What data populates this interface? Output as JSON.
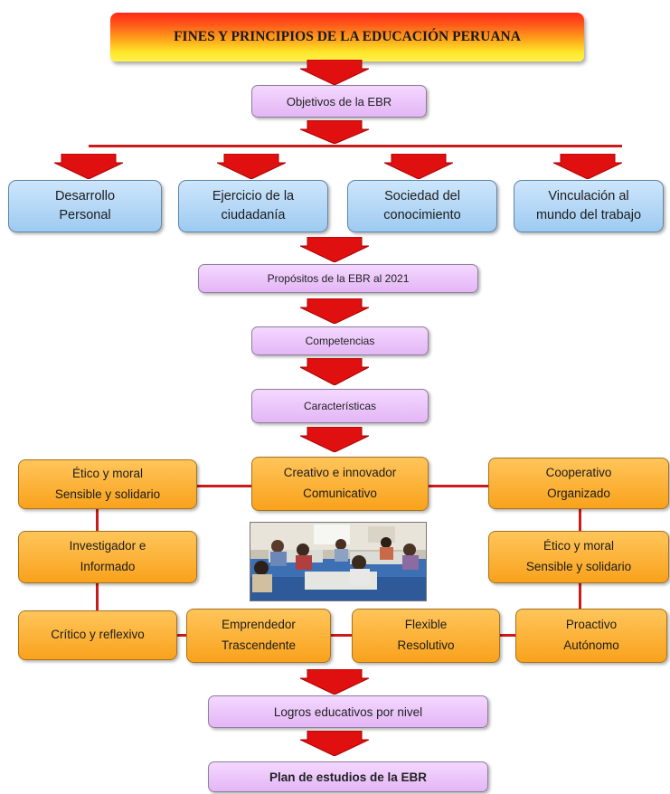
{
  "title": "FINES Y PRINCIPIOS DE LA EDUCACIÓN PERUANA",
  "objetivos": "Objetivos de la EBR",
  "blue_boxes": [
    {
      "line1": "Desarrollo",
      "line2": "Personal"
    },
    {
      "line1": "Ejercicio de la",
      "line2": "ciudadanía"
    },
    {
      "line1": "Sociedad del",
      "line2": "conocimiento"
    },
    {
      "line1": "Vinculación al",
      "line2": "mundo del trabajo"
    }
  ],
  "propositos": "Propósitos de la EBR al 2021",
  "competencias": "Competencias",
  "caracteristicas": "Características",
  "orange_boxes": {
    "etico_left": {
      "line1": "Ético y moral",
      "line2": "Sensible y solidario"
    },
    "creativo": {
      "line1": "Creativo e innovador",
      "line2": "Comunicativo"
    },
    "cooperativo": {
      "line1": "Cooperativo",
      "line2": "Organizado"
    },
    "investigador": {
      "line1": "Investigador e",
      "line2": "Informado"
    },
    "etico_right": {
      "line1": "Ético y moral",
      "line2": "Sensible y solidario"
    },
    "critico": {
      "line1": "Crítico y reflexivo"
    },
    "emprendedor": {
      "line1": "Emprendedor",
      "line2": "Trascendente"
    },
    "flexible": {
      "line1": "Flexible",
      "line2": "Resolutivo"
    },
    "proactivo": {
      "line1": "Proactivo",
      "line2": "Autónomo"
    }
  },
  "logros": "Logros educativos por nivel",
  "plan": "Plan de estudios de la EBR",
  "colors": {
    "arrow_red": "#e01010",
    "connector_red": "#cc1a1a",
    "purple_box": "#e3b6f5",
    "blue_box": "#9ecaf1",
    "orange_box": "#f9a21c"
  }
}
